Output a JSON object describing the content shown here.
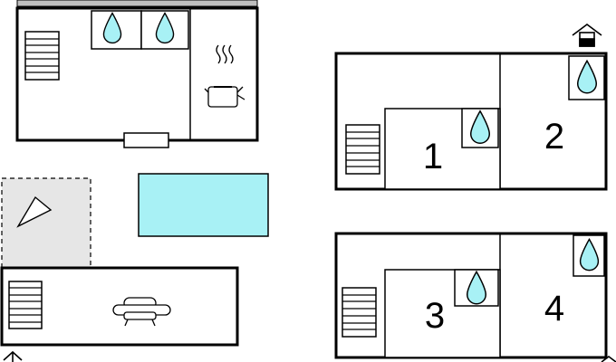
{
  "rooms": [
    {
      "number": "1"
    },
    {
      "number": "2"
    },
    {
      "number": "3"
    },
    {
      "number": "4"
    }
  ],
  "icons": {
    "drop": "water-drop-icon",
    "stairs": "stairs-icon",
    "stove": "cooking-pot-icon",
    "sofa": "sofa-icon",
    "entrance": "entrance-icon",
    "terrace": "terrace-icon",
    "pool": "pool-icon"
  },
  "colors": {
    "wall": "#000000",
    "water": "#a8f1f5",
    "terrace": "#e6e6e6",
    "window": "#ffffff"
  }
}
